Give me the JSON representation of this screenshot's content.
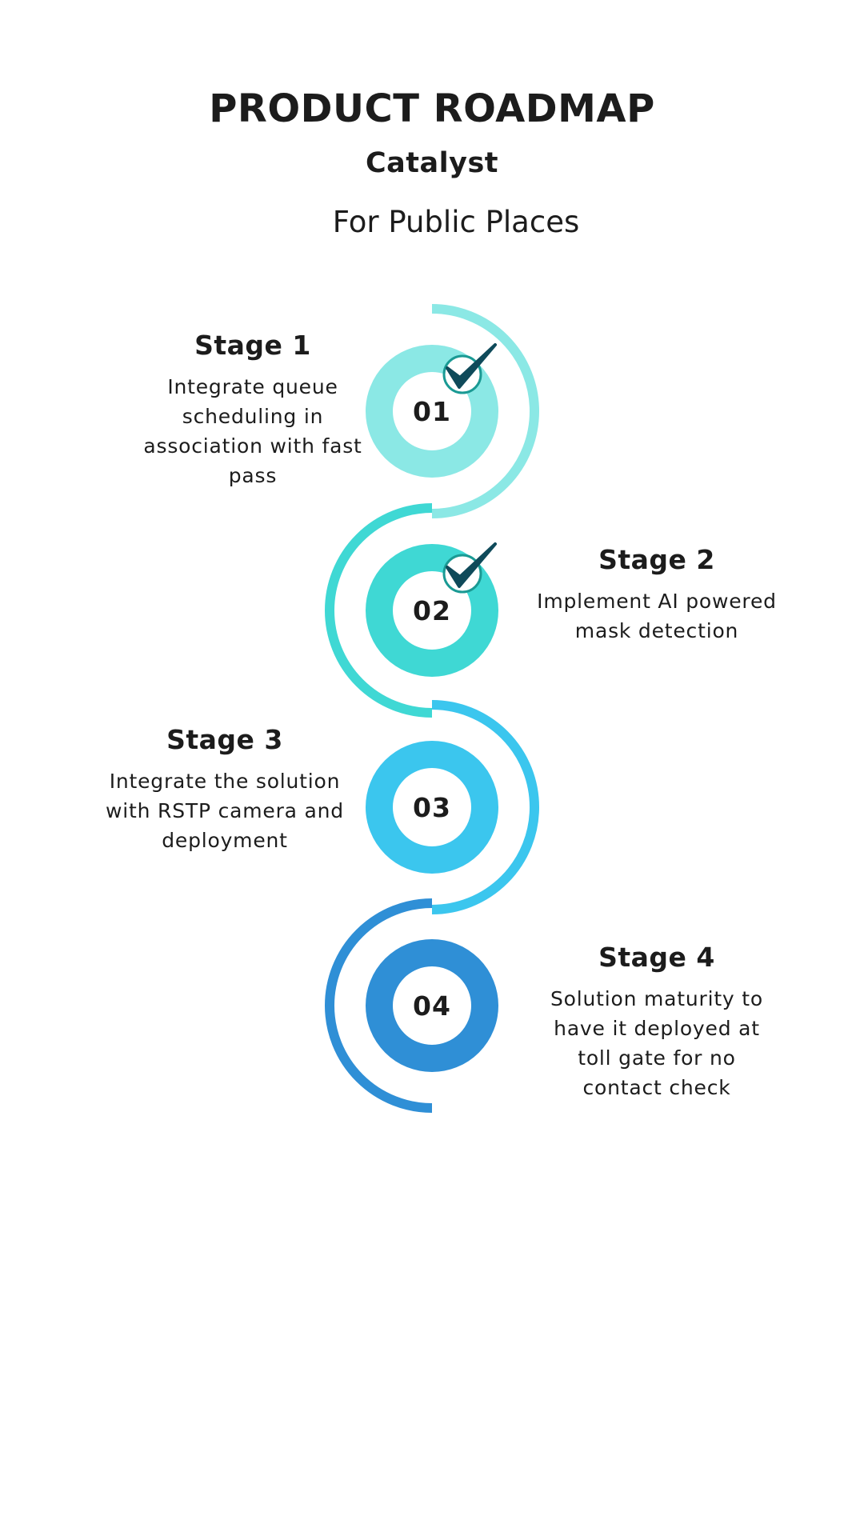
{
  "header": {
    "title": "PRODUCT ROADMAP",
    "subtitle": "Catalyst",
    "tagline": "For Public Places"
  },
  "stages": [
    {
      "number": "01",
      "title": "Stage 1",
      "description": "Integrate queue scheduling in association with fast pass",
      "completed": true,
      "color": "#8BE8E5"
    },
    {
      "number": "02",
      "title": "Stage 2",
      "description": "Implement AI powered mask detection",
      "completed": true,
      "color": "#3FD8D4"
    },
    {
      "number": "03",
      "title": "Stage 3",
      "description": "Integrate the solution with RSTP camera and deployment",
      "completed": false,
      "color": "#3BC6EE"
    },
    {
      "number": "04",
      "title": "Stage 4",
      "description": "Solution maturity to have it deployed at toll gate for no contact check",
      "completed": false,
      "color": "#2F8FD6"
    }
  ],
  "colors": {
    "text": "#1c1c1c",
    "check": "#0F4A5A",
    "check_ring": "#1A9A94"
  }
}
